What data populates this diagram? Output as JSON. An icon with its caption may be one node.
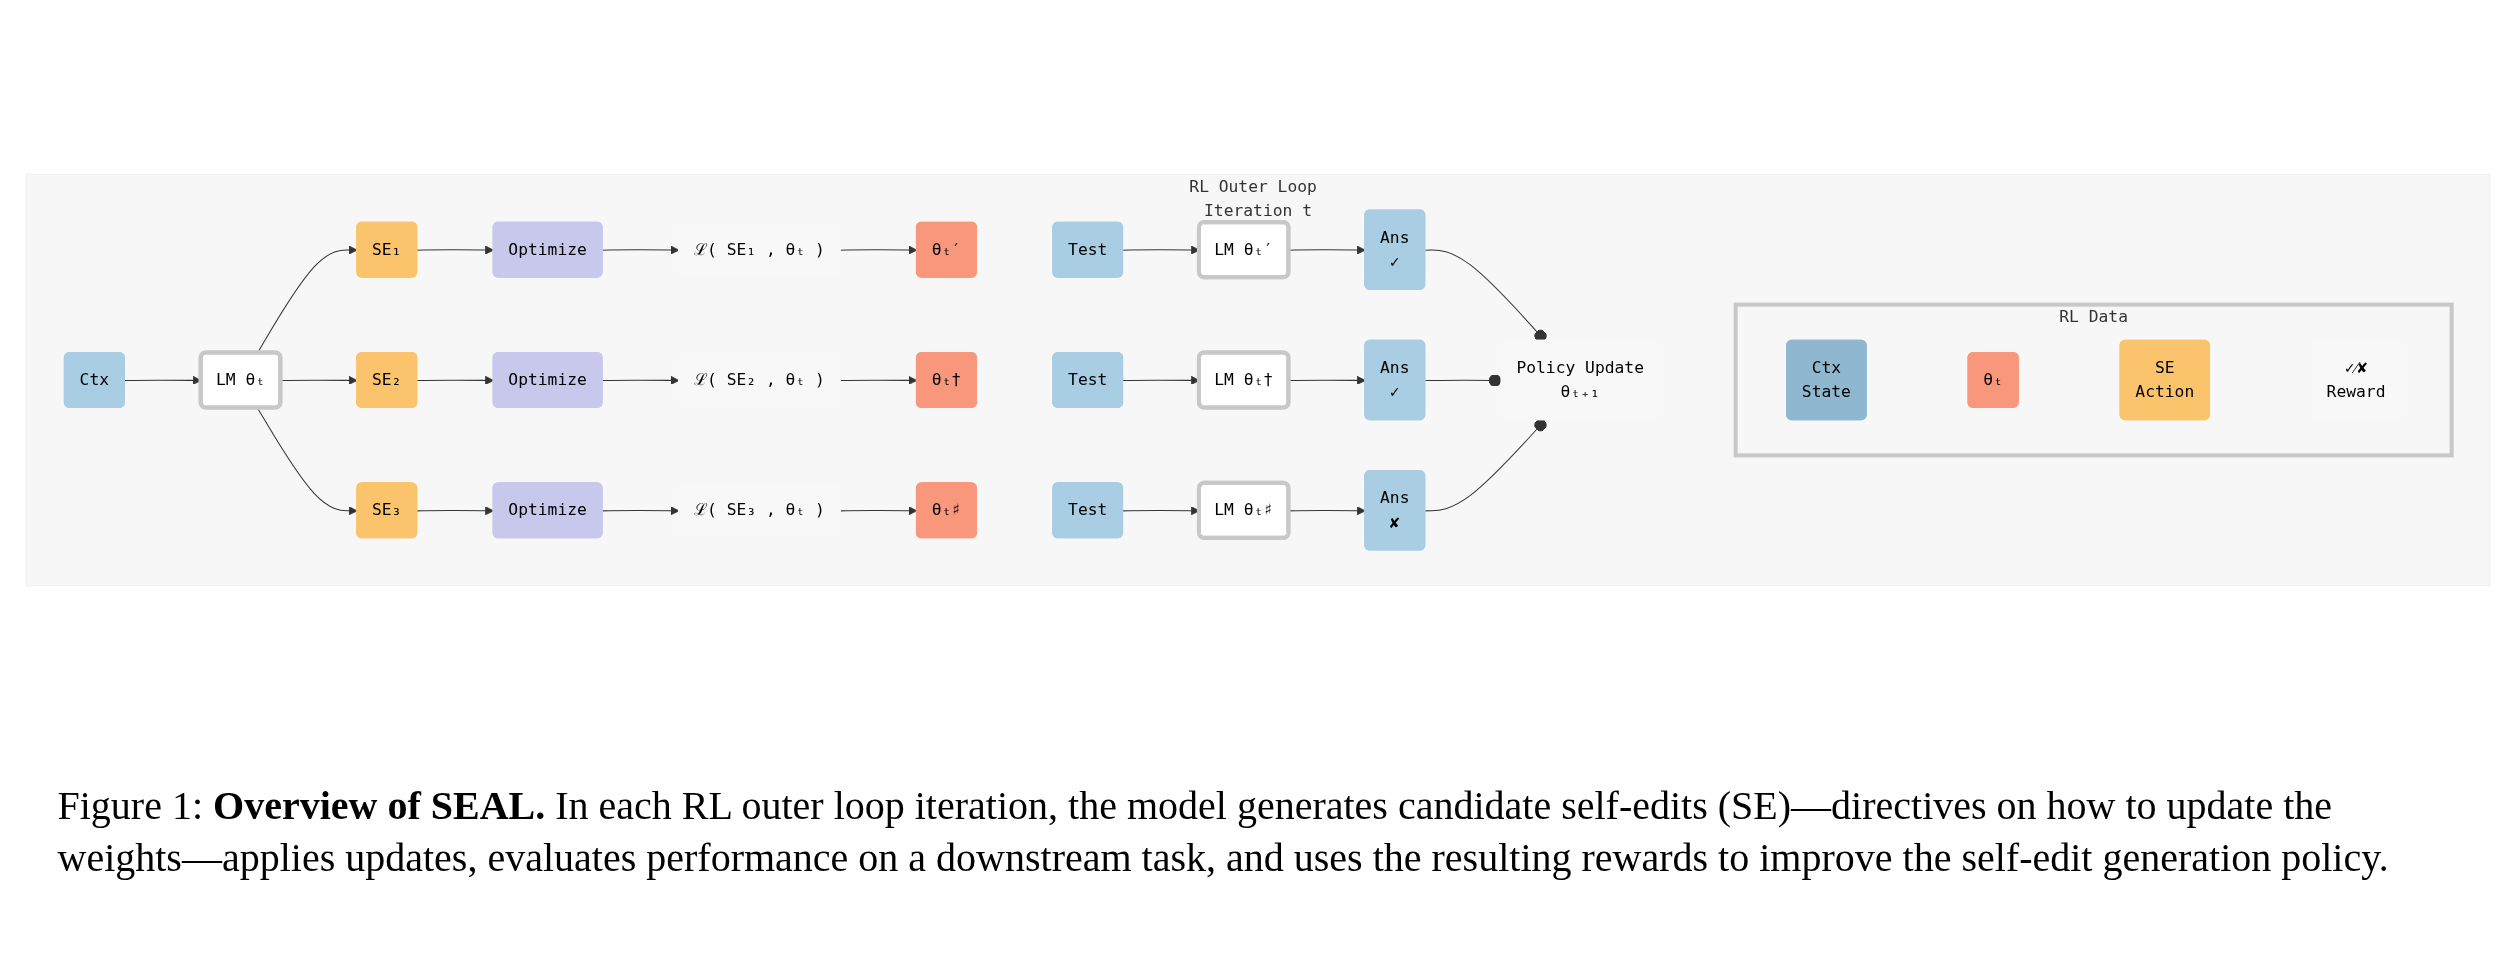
{
  "diagram": {
    "caption": "Figure 1: **Overview of SEAL.** In each RL outer loop iteration, the model generates candidate self-edits (SE)—directives on how to update the weights—applies updates, evaluates performance on a downstream task, and uses the resulting rewards to improve the self-edit generation policy.",
    "nodes": [
      {
        "text": [
          "RL Outer Loop Iteration t"
        ]
      },
      {
        "text": [
          "Ctx"
        ],
        "in": 0
      },
      {
        "text": [
          "LM θₜ"
        ],
        "in": 0
      },
      {
        "text": [
          "SE₁"
        ],
        "in": 0
      },
      {
        "text": [
          "Optimize"
        ],
        "in": 0
      },
      {
        "text": [
          "ℒ( SE₁ , θₜ )"
        ],
        "in": 0
      },
      {
        "text": [
          "θₜ′"
        ],
        "in": 0
      },
      {
        "text": [
          "SE₂"
        ],
        "in": 0
      },
      {
        "text": [
          "Optimize"
        ],
        "in": 0
      },
      {
        "text": [
          "ℒ( SE₂ , θₜ )"
        ],
        "in": 0
      },
      {
        "text": [
          "θₜ†"
        ],
        "in": 0
      },
      {
        "text": [
          "SE₃"
        ],
        "in": 0
      },
      {
        "text": [
          "Optimize"
        ],
        "in": 0
      },
      {
        "text": [
          "ℒ( SE₃ , θₜ )"
        ],
        "in": 0
      },
      {
        "text": [
          "θₜ♯"
        ],
        "in": 0
      },
      {
        "text": [
          "Test"
        ],
        "in": 0
      },
      {
        "text": [
          "LM θₜ′"
        ],
        "in": 0
      },
      {
        "text": [
          "Ans",
          "✓"
        ],
        "in": 0
      },
      {
        "text": [
          "Test"
        ],
        "in": 0
      },
      {
        "text": [
          "LM θₜ†"
        ],
        "in": 0
      },
      {
        "text": [
          "Ans",
          "✓"
        ],
        "in": 0
      },
      {
        "text": [
          "Test"
        ],
        "in": 0
      },
      {
        "text": [
          "LM θₜ♯"
        ],
        "in": 0
      },
      {
        "text": [
          "Ans",
          "✘"
        ],
        "in": 0
      },
      {
        "text": [
          "RL Data"
        ],
        "in": 0
      },
      {
        "text": [
          "Ctx",
          "State"
        ],
        "in": 24
      },
      {
        "text": [
          "θₜ"
        ],
        "in": 24
      },
      {
        "text": [
          "SE",
          "Action"
        ],
        "in": 24
      },
      {
        "text": [
          "✓⁄✘",
          "Reward"
        ],
        "in": 24
      },
      {
        "text": [
          "Policy Update",
          "θₜ₊₁"
        ],
        "in": 0
      }
    ],
    "edges": [
      {
        "from": 1,
        "to": 2,
        "arrow": "to"
      },
      {
        "from": 2,
        "to": 3,
        "arrow": "to"
      },
      {
        "from": 2,
        "to": 7,
        "arrow": "to"
      },
      {
        "from": 2,
        "to": 11,
        "arrow": "to"
      },
      {
        "from": 3,
        "to": 4,
        "arrow": "to"
      },
      {
        "from": 4,
        "to": 5,
        "arrow": "to"
      },
      {
        "from": 5,
        "to": 6,
        "arrow": "to"
      },
      {
        "from": 7,
        "to": 8,
        "arrow": "to"
      },
      {
        "from": 8,
        "to": 9,
        "arrow": "to"
      },
      {
        "from": 9,
        "to": 10,
        "arrow": "to"
      },
      {
        "from": 11,
        "to": 12,
        "arrow": "to"
      },
      {
        "from": 12,
        "to": 13,
        "arrow": "to"
      },
      {
        "from": 13,
        "to": 14,
        "arrow": "to"
      },
      {
        "from": 15,
        "to": 16,
        "arrow": "to"
      },
      {
        "from": 16,
        "to": 17,
        "arrow": "to"
      },
      {
        "from": 18,
        "to": 19,
        "arrow": "to"
      },
      {
        "from": 19,
        "to": 20,
        "arrow": "to"
      },
      {
        "from": 21,
        "to": 22,
        "arrow": "to"
      },
      {
        "from": 22,
        "to": 23,
        "arrow": "to"
      },
      {
        "from": 17,
        "to": 29,
        "arrow": "other"
      },
      {
        "from": 20,
        "to": 29,
        "arrow": "other"
      },
      {
        "from": 23,
        "to": 29,
        "arrow": "other"
      }
    ]
  }
}
